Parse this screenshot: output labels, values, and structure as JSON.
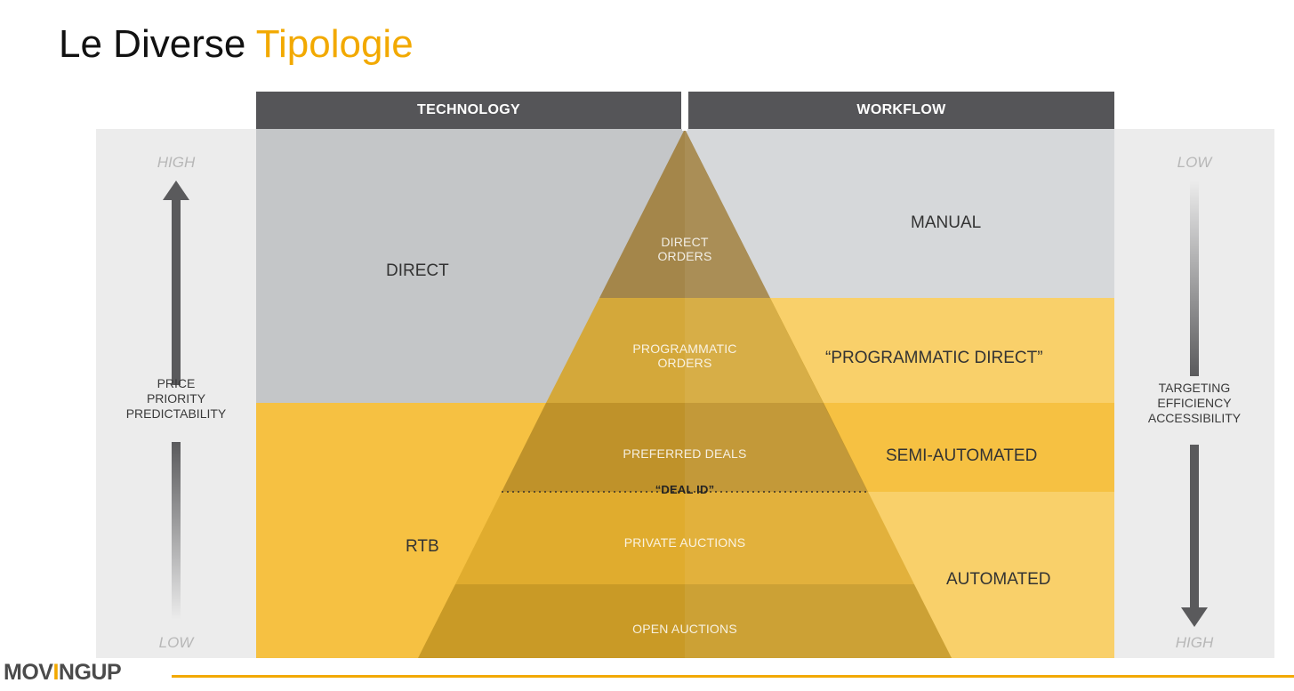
{
  "title": {
    "main": "Le Diverse",
    "accent": "Tipologie"
  },
  "columns": {
    "technology": "TECHNOLOGY",
    "workflow": "WORKFLOW"
  },
  "left_axis": {
    "top": "HIGH",
    "bottom": "LOW",
    "labels": [
      "PRICE",
      "PRIORITY",
      "PREDICTABILITY"
    ]
  },
  "right_axis": {
    "top": "LOW",
    "bottom": "HIGH",
    "labels": [
      "TARGETING",
      "EFFICIENCY",
      "ACCESSIBILITY"
    ]
  },
  "technology": {
    "direct": "DIRECT",
    "rtb": "RTB"
  },
  "workflow": {
    "manual": "MANUAL",
    "programmatic_direct": "“PROGRAMMATIC DIRECT”",
    "semi_automated": "SEMI-AUTOMATED",
    "automated": "AUTOMATED"
  },
  "pyramid": {
    "direct_orders": [
      "DIRECT",
      "ORDERS"
    ],
    "programmatic_orders": [
      "PROGRAMMATIC",
      "ORDERS"
    ],
    "preferred_deals": "PREFERRED DEALS",
    "deal_id": "“DEAL ID”",
    "private_auctions": "PRIVATE AUCTIONS",
    "open_auctions": "OPEN AUCTIONS"
  },
  "logo": {
    "part1": "MOV",
    "accent": "I",
    "part2": "NGUP"
  },
  "colors": {
    "grey_zone": "#c4c6c8",
    "light_grey_zone": "#d6d8da",
    "yellow_zone": "#f6c142",
    "light_yellow_zone": "#f9d06a",
    "pyramid_brown": "#a4864a",
    "pyramid_gold": "#d4a83a",
    "pyramid_dark_gold": "#bf922a",
    "header": "#555558",
    "accent": "#f2a900"
  }
}
